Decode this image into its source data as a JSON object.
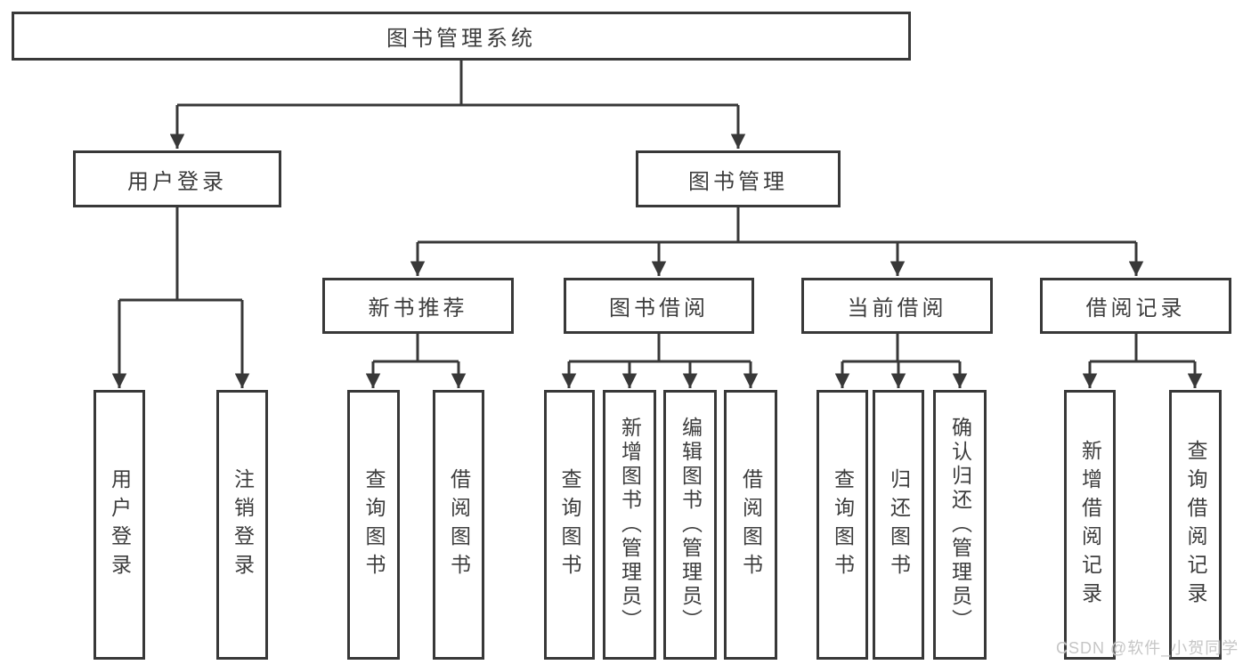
{
  "colors": {
    "line": "#383838",
    "text": "#3d3d3d",
    "background": "#ffffff",
    "watermark": "#c6c6c6"
  },
  "nodes": {
    "root": {
      "label": "图书管理系统"
    },
    "user_login": {
      "label": "用户登录"
    },
    "book_mgmt": {
      "label": "图书管理"
    },
    "new_books": {
      "label": "新书推荐"
    },
    "book_borrow": {
      "label": "图书借阅"
    },
    "current_borrow": {
      "label": "当前借阅"
    },
    "borrow_records": {
      "label": "借阅记录"
    },
    "leaf_user_login": {
      "label": "用户登录"
    },
    "leaf_logout": {
      "label": "注销登录"
    },
    "leaf_nb_query": {
      "label": "查询图书"
    },
    "leaf_nb_borrow": {
      "label": "借阅图书"
    },
    "leaf_bb_query": {
      "label": "查询图书"
    },
    "leaf_bb_add": {
      "label": "新增图书（管理员）"
    },
    "leaf_bb_edit": {
      "label": "编辑图书（管理员）"
    },
    "leaf_bb_borrow": {
      "label": "借阅图书"
    },
    "leaf_cb_query": {
      "label": "查询图书"
    },
    "leaf_cb_return": {
      "label": "归还图书"
    },
    "leaf_cb_confirm": {
      "label": "确认归还（管理员）"
    },
    "leaf_br_add": {
      "label": "新增借阅记录"
    },
    "leaf_br_query": {
      "label": "查询借阅记录"
    }
  },
  "watermark": {
    "text": "CSDN @软件_小贺同学"
  }
}
